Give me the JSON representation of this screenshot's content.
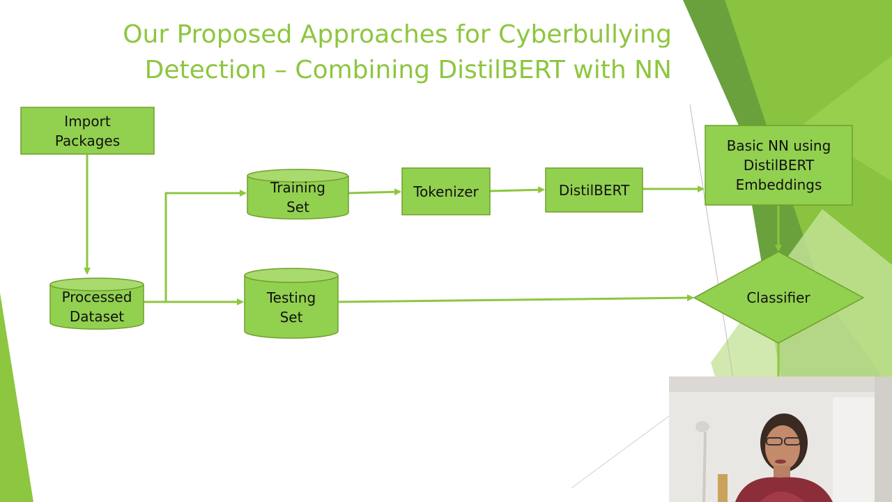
{
  "slide": {
    "title_line1": "Our Proposed Approaches for Cyberbullying",
    "title_line2": "Detection – Combining DistilBERT with NN"
  },
  "colors": {
    "title": "#8dc63f",
    "node_fill": "#92d050",
    "node_stroke": "#6f9f2a",
    "arrow": "#8dc63f",
    "deco_dark": "#6aa13c",
    "deco_mid": "#8dc63f",
    "deco_light": "#c5e39a"
  },
  "diagram": {
    "nodes": {
      "import_packages": "Import\nPackages",
      "processed_dataset": "Processed\nDataset",
      "training_set": "Training\nSet",
      "testing_set": "Testing\nSet",
      "tokenizer": "Tokenizer",
      "distilbert": "DistilBERT",
      "basic_nn": "Basic NN using\nDistilBERT\nEmbeddings",
      "classifier": "Classifier"
    }
  },
  "webcam": {
    "icon": "presenter-video-feed"
  }
}
